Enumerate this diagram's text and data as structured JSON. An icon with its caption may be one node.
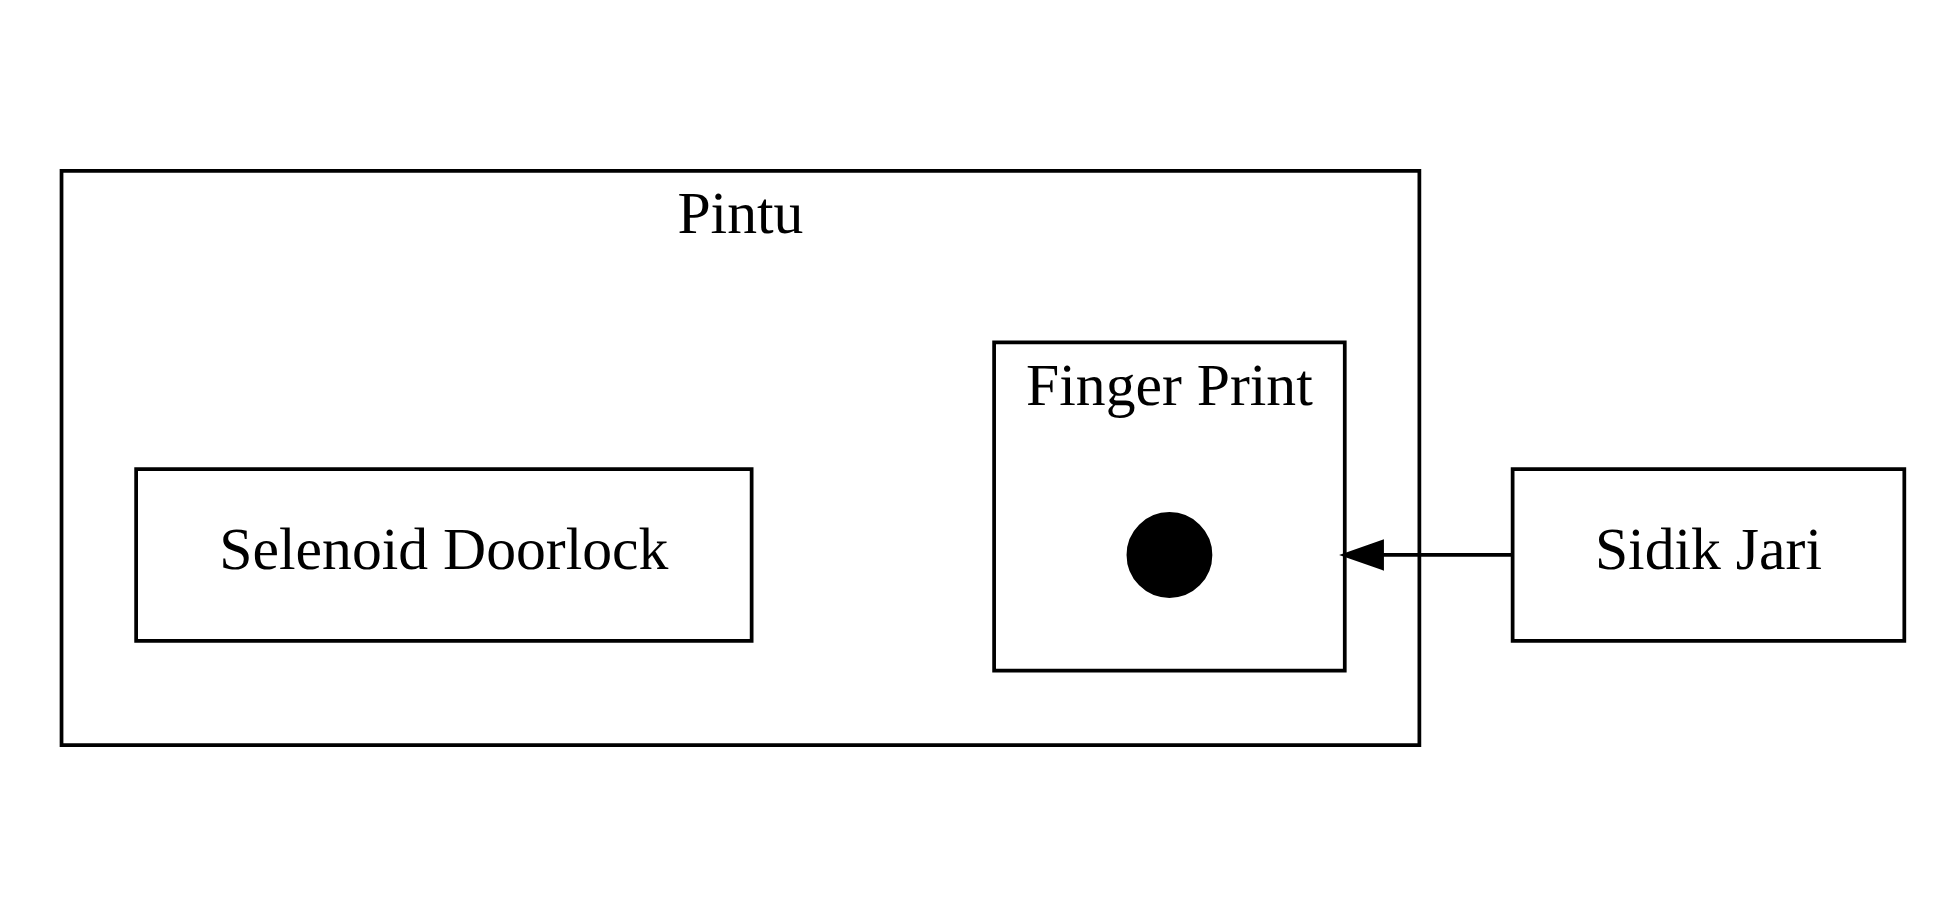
{
  "diagram": {
    "nodes": [
      {
        "text": [
          "Pintu"
        ]
      },
      {
        "text": [
          "Selenoid Doorlock"
        ],
        "in": 0
      },
      {
        "text": [
          "Finger Print"
        ],
        "in": 0
      },
      {
        "text": [],
        "shape": "circle",
        "in": 2
      },
      {
        "text": [
          "Sidik Jari"
        ]
      }
    ],
    "edges": [
      {
        "from": 4,
        "to": 2,
        "arrow": "to"
      }
    ]
  }
}
